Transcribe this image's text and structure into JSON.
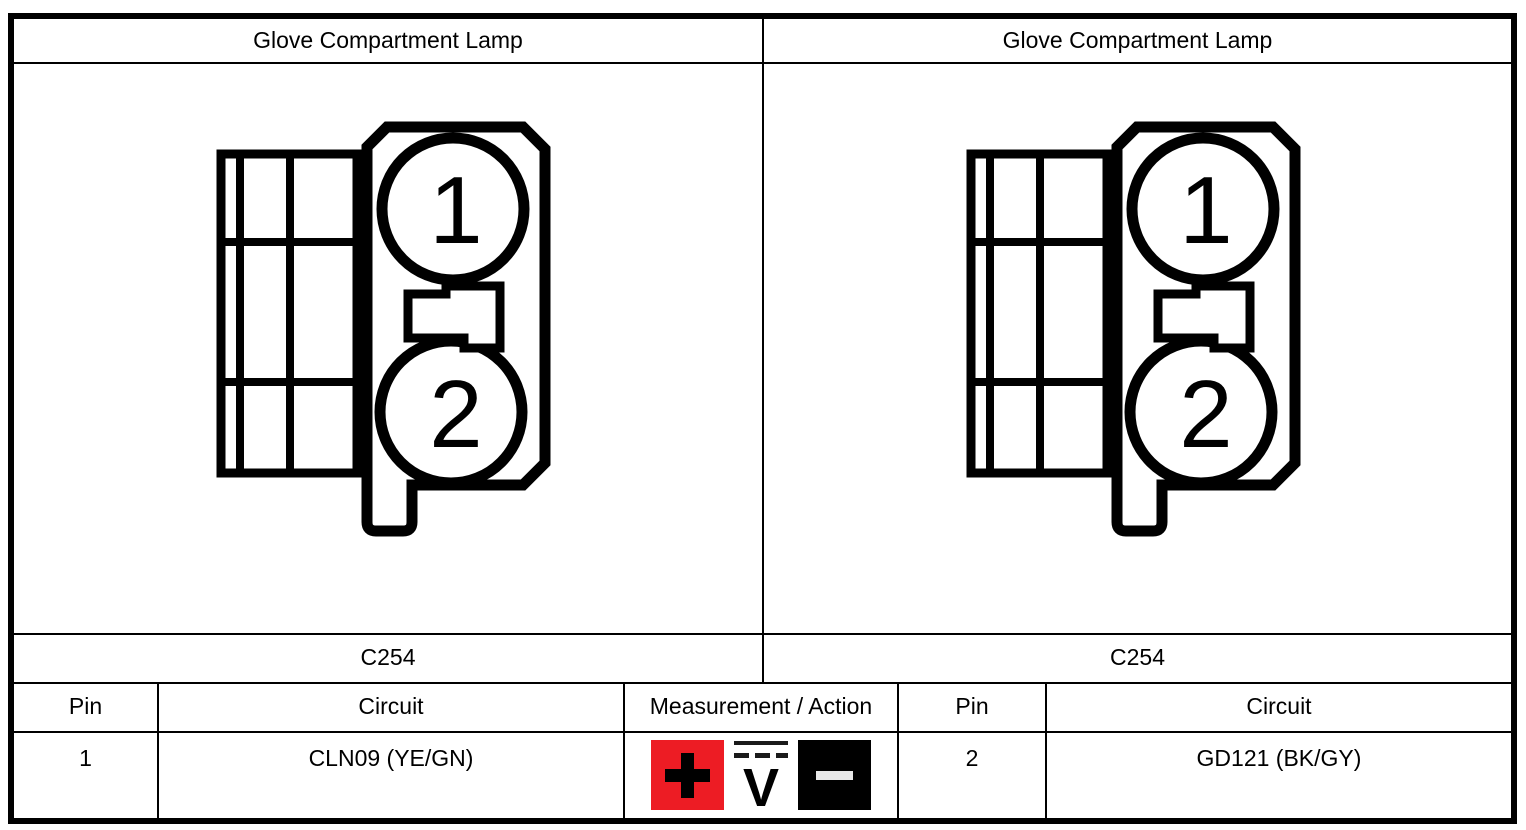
{
  "panels": [
    {
      "title": "Glove Compartment Lamp",
      "connector_id": "C254",
      "diagram_pin_labels": [
        "1",
        "2"
      ]
    },
    {
      "title": "Glove Compartment Lamp",
      "connector_id": "C254",
      "diagram_pin_labels": [
        "1",
        "2"
      ]
    }
  ],
  "pin_table": {
    "left": {
      "pin_header": "Pin",
      "circuit_header": "Circuit",
      "row": {
        "pin": "1",
        "circuit": "CLN09 (YE/GN)"
      }
    },
    "measurement": {
      "header": "Measurement / Action",
      "icons": [
        "positive-probe-icon",
        "dc-voltage-icon",
        "negative-probe-icon"
      ],
      "dc_voltage_letter": "V"
    },
    "right": {
      "pin_header": "Pin",
      "circuit_header": "Circuit",
      "row": {
        "pin": "2",
        "circuit": "GD121 (BK/GY)"
      }
    }
  },
  "colors": {
    "positive_red": "#ED1C24",
    "negative_black": "#000000",
    "minus_bar_gray": "#E8E8E8"
  }
}
